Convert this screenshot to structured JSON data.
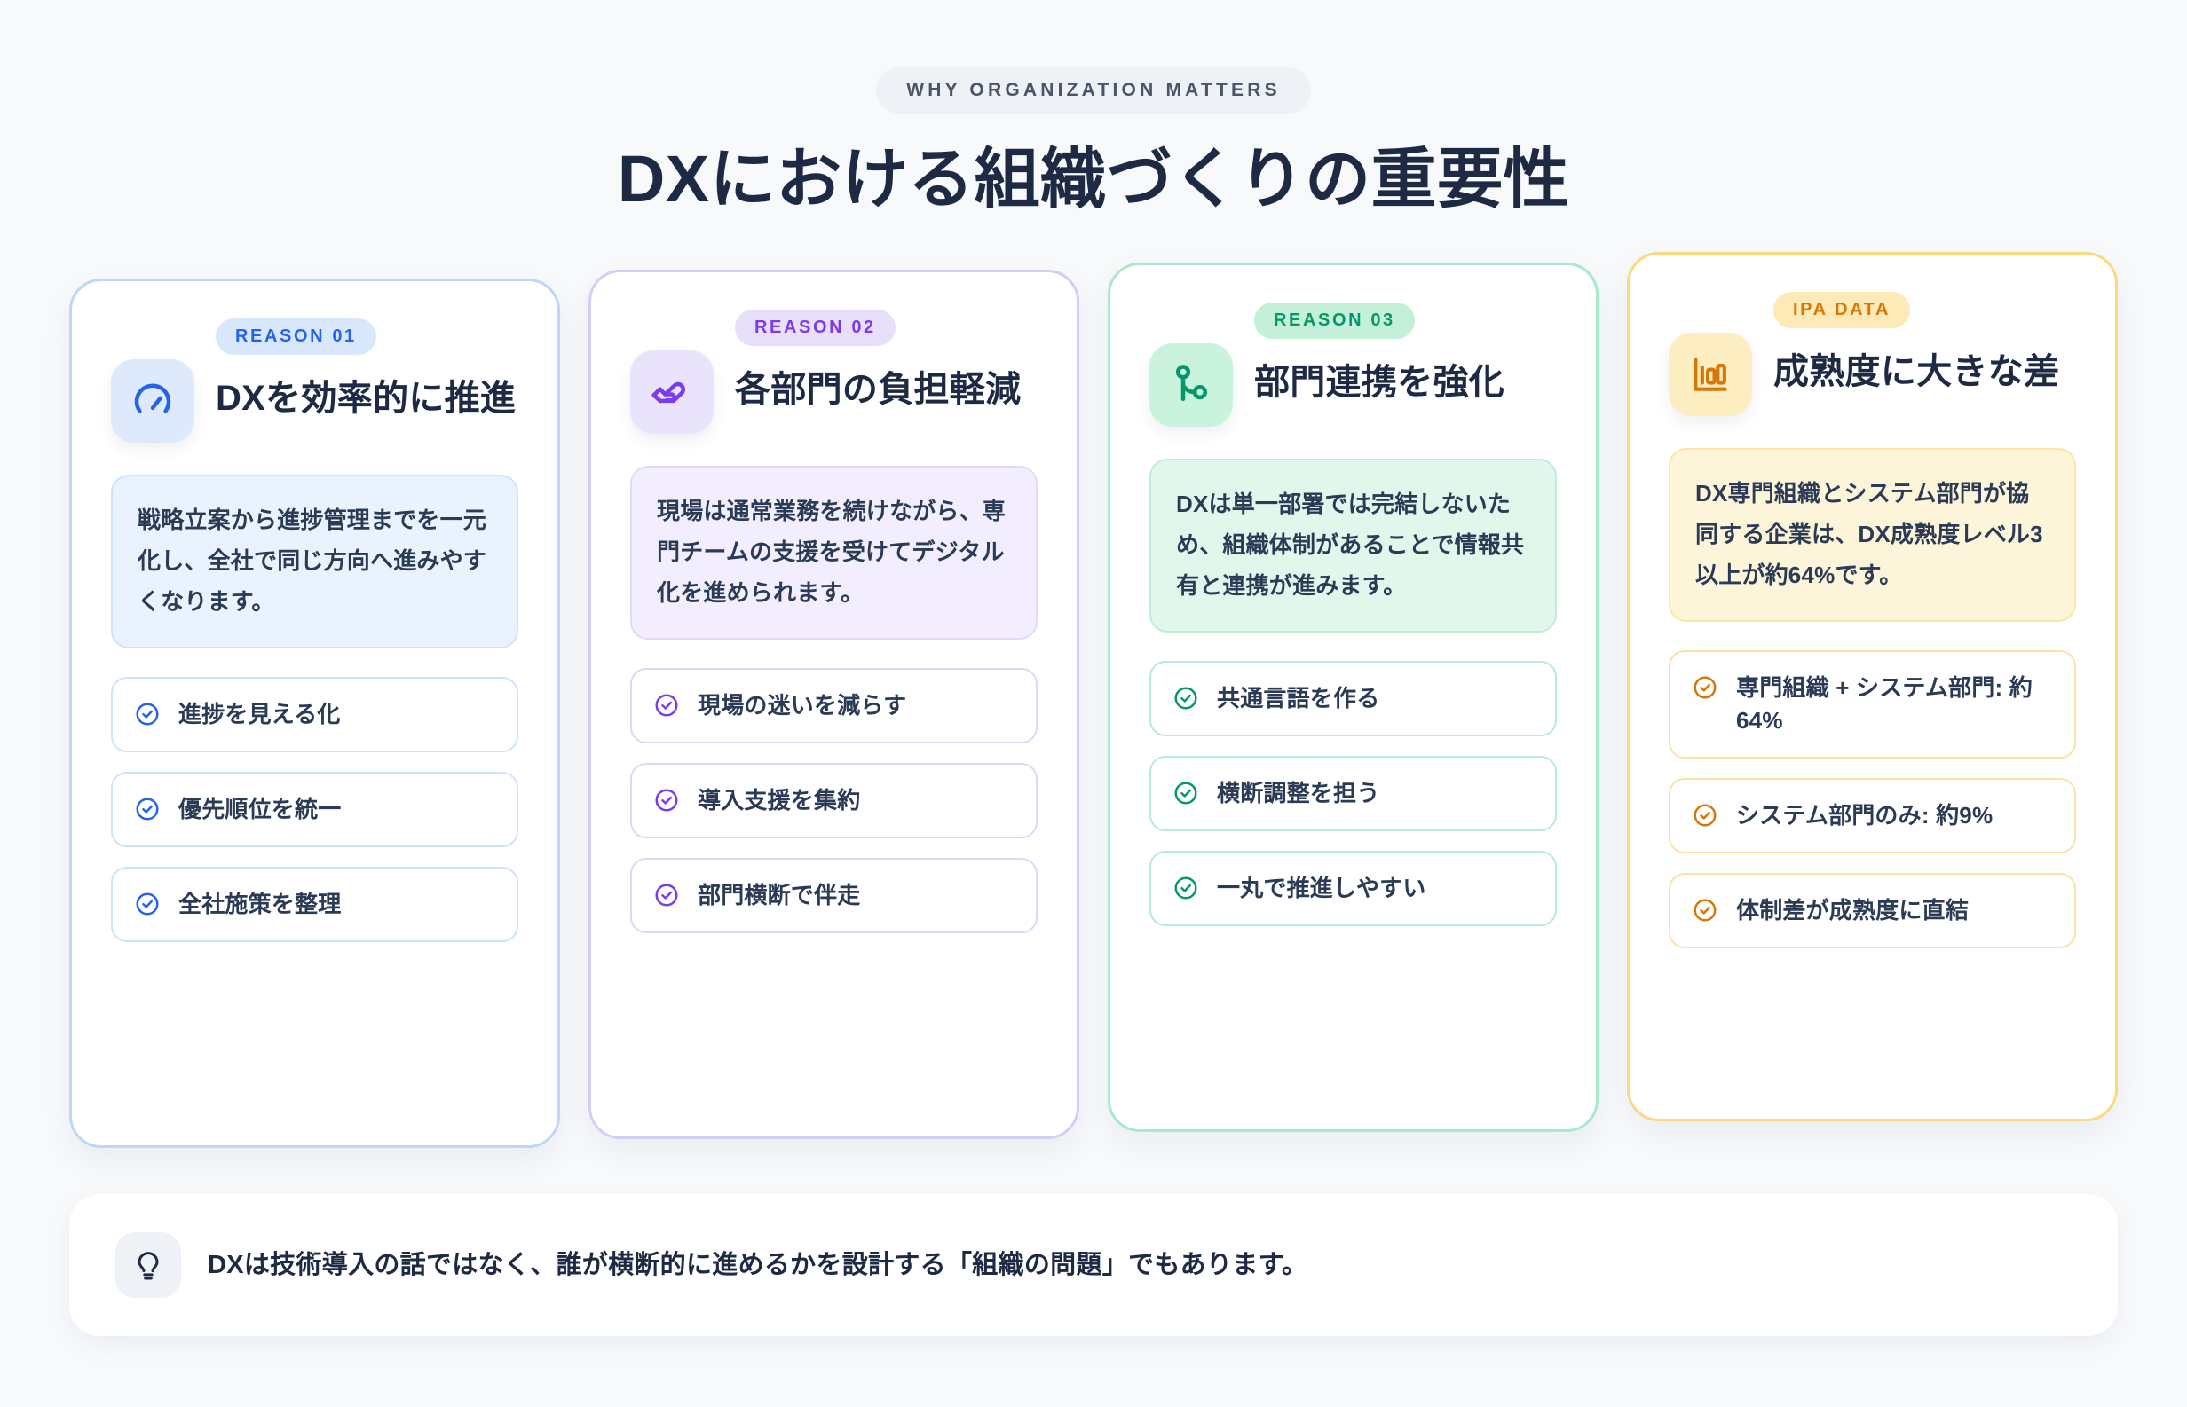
{
  "header": {
    "eyebrow": "WHY ORGANIZATION MATTERS",
    "title": "DXにおける組織づくりの重要性"
  },
  "colors": {
    "page_bg": "#f7f9fb",
    "title_ink": "#1e2a44",
    "blue": "#2563eb",
    "purple": "#7c3aed",
    "green": "#059669",
    "amber": "#d97706"
  },
  "cards": [
    {
      "badge": "REASON 01",
      "icon": "gauge-icon",
      "title": "DXを効率的に推進",
      "description": "戦略立案から進捗管理までを一元化し、全社で同じ方向へ進みやすくなります。",
      "items": [
        "進捗を見える化",
        "優先順位を統一",
        "全社施策を整理"
      ]
    },
    {
      "badge": "REASON 02",
      "icon": "helping-hand-icon",
      "title": "各部門の負担軽減",
      "description": "現場は通常業務を続けながら、専門チームの支援を受けてデジタル化を進められます。",
      "items": [
        "現場の迷いを減らす",
        "導入支援を集約",
        "部門横断で伴走"
      ]
    },
    {
      "badge": "REASON 03",
      "icon": "git-branch-icon",
      "title": "部門連携を強化",
      "description": "DXは単一部署では完結しないため、組織体制があることで情報共有と連携が進みます。",
      "items": [
        "共通言語を作る",
        "横断調整を担う",
        "一丸で推進しやすい"
      ]
    },
    {
      "badge": "IPA DATA",
      "icon": "bar-chart-icon",
      "title": "成熟度に大きな差",
      "description": "DX専門組織とシステム部門が協同する企業は、DX成熟度レベル3以上が約64%です。",
      "items": [
        "専門組織 + システム部門: 約64%",
        "システム部門のみ: 約9%",
        "体制差が成熟度に直結"
      ]
    }
  ],
  "footer": {
    "icon": "lightbulb-icon",
    "note": "DXは技術導入の話ではなく、誰が横断的に進めるかを設計する「組織の問題」でもあります。"
  }
}
